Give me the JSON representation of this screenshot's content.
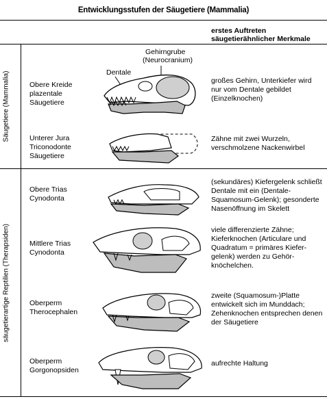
{
  "title": "Entwicklungsstufen der Säugetiere (Mammalia)",
  "column_header": {
    "line1": "erstes Auftreten",
    "line2": "säugetierähnlicher Merkmale"
  },
  "groups": {
    "mammals": "Säugetiere (Mammalia)",
    "therapsids": "säugetierartige Reptilien (Therapsiden)"
  },
  "anatomy_labels": {
    "dentale": "Dentale",
    "gehirngrube": "Gehirngrube",
    "neurocranium": "(Neurocranium)"
  },
  "rows": [
    {
      "era": [
        "Obere Kreide",
        "plazentale",
        "Säugetiere"
      ],
      "description": [
        "großes Gehirn, Unterkiefer wird",
        "nur vom Dentale gebildet",
        "(Einzelknochen)"
      ]
    },
    {
      "era": [
        "Unterer Jura",
        "Triconodonte",
        "Säugetiere"
      ],
      "description": [
        "Zähne mit zwei Wurzeln,",
        "verschmolzene Nackenwirbel"
      ]
    },
    {
      "era": [
        "Obere Trias",
        "Cynodonta"
      ],
      "description": [
        "(sekundäres) Kiefergelenk schließt",
        "Dentale mit ein (Dentale-",
        "Squamosum-Gelenk); gesonderte",
        "Nasenöffnung im Skelett"
      ]
    },
    {
      "era": [
        "Mittlere Trias",
        "Cynodonta"
      ],
      "description": [
        "viele differenzierte Zähne;",
        "Kieferknochen (Articulare und",
        "Quadratum = primäres Kiefer-",
        "gelenk) werden zu Gehör-",
        "knöchelchen."
      ]
    },
    {
      "era": [
        "Oberperm",
        "Therocephalen"
      ],
      "description": [
        "zweite (Squamosum-)Platte",
        "entwickelt sich im Munddach;",
        "Zehenknochen entsprechen denen",
        "der Säugetiere"
      ]
    },
    {
      "era": [
        "Oberperm",
        "Gorgonopsiden"
      ],
      "description": [
        "aufrechte Haltung"
      ]
    }
  ]
}
